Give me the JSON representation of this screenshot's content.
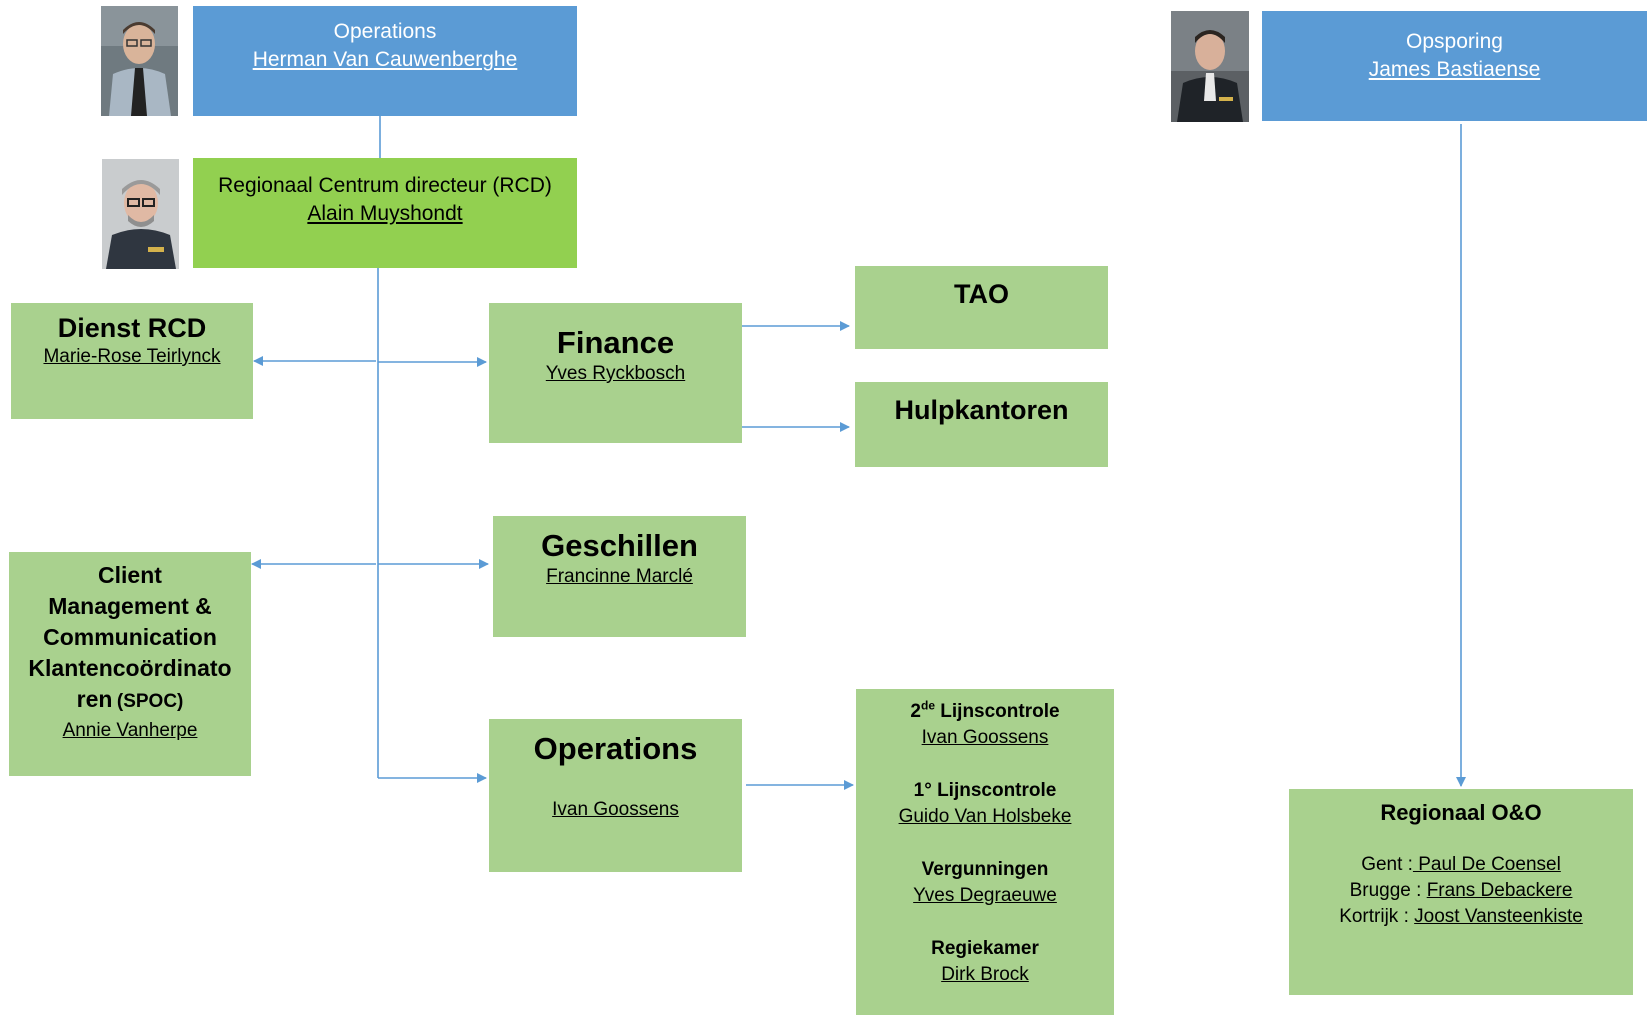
{
  "operations_head": {
    "title": "Operations",
    "name": "Herman Van Cauwenberghe"
  },
  "opsporing_head": {
    "title": "Opsporing",
    "name": "James Bastiaense"
  },
  "rcd": {
    "title": "Regionaal Centrum directeur (RCD)",
    "name": "Alain Muyshondt"
  },
  "dienst_rcd": {
    "title": "Dienst RCD",
    "name": "Marie-Rose Teirlynck"
  },
  "client_mgmt": {
    "line1": "Client",
    "line2": "Management &",
    "line3": "Communication",
    "line4": "Klantencoördinato",
    "line5": "ren",
    "spoc": "(SPOC)",
    "name": "Annie Vanherpe"
  },
  "finance": {
    "title": "Finance",
    "name": "Yves Ryckbosch"
  },
  "tao": {
    "title": "TAO"
  },
  "hulpkantoren": {
    "title": "Hulpkantoren"
  },
  "geschillen": {
    "title": "Geschillen",
    "name": "Francinne Marclé"
  },
  "operations_unit": {
    "title": "Operations",
    "name": "Ivan Goossens"
  },
  "controls": {
    "lijn2_prefix": "2",
    "lijn2_sup": "de",
    "lijn2_title": " Lijnscontrole",
    "lijn2_name": "Ivan Goossens",
    "lijn1_title": "1° Lijnscontrole",
    "lijn1_name": "Guido Van Holsbeke",
    "verg_title": "Vergunningen",
    "verg_name": "Yves Degraeuwe",
    "regie_title": "Regiekamer",
    "regie_name": "Dirk Brock"
  },
  "regionaal_oo": {
    "title": "Regionaal O&O",
    "gent_label": "Gent :",
    "gent_name": " Paul De Coensel",
    "brugge_label": "Brugge :",
    "brugge_name": "Frans Debackere",
    "kortrijk_label": "Kortrijk :",
    "kortrijk_name": "Joost Vansteenkiste"
  },
  "colors": {
    "blue_box": "#5b9bd5",
    "light_green_box": "#a9d18e",
    "bright_green_box": "#92d050",
    "connector": "#5b9bd5"
  }
}
